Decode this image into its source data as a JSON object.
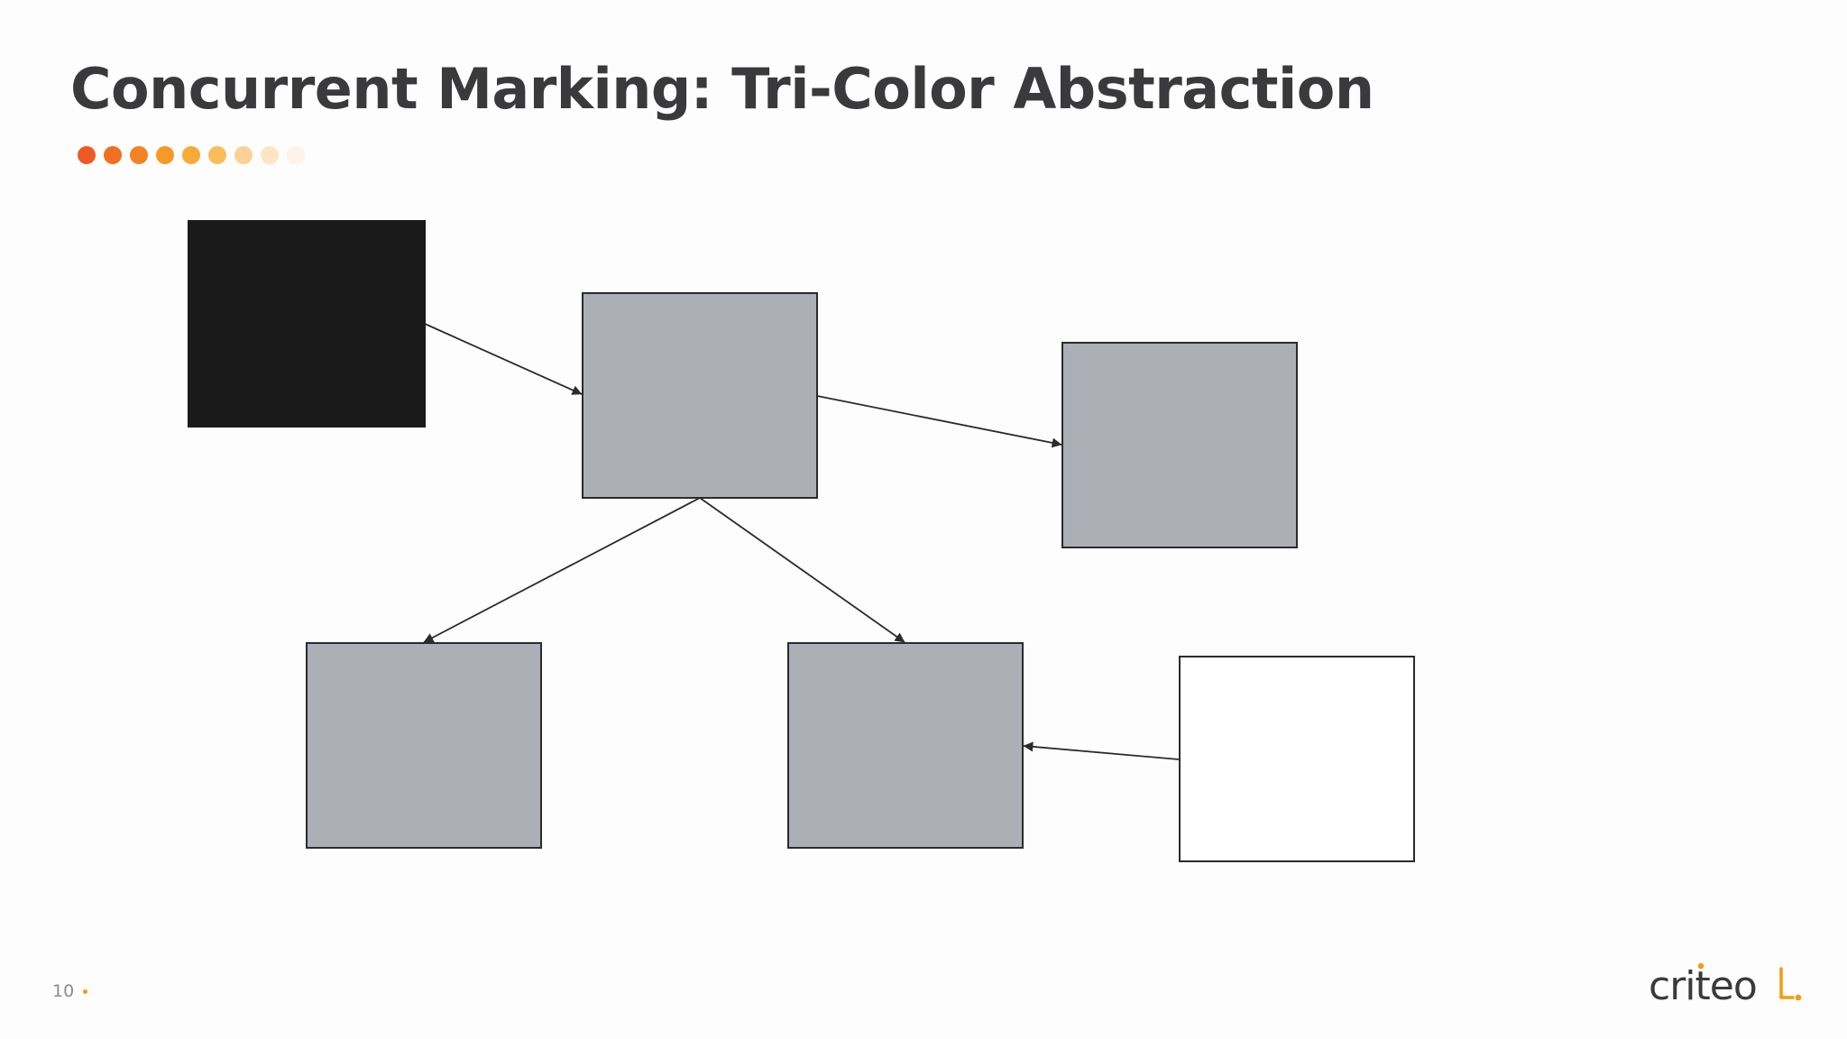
{
  "slide": {
    "title": "Concurrent Marking: Tri-Color Abstraction",
    "page_number": "10",
    "logo_text": "criteo",
    "accent_color": "#f39c12",
    "decor_dot_colors": [
      "#ee5a24",
      "#f06f22",
      "#f38322",
      "#f59a27",
      "#f7ab35",
      "#f9bd5a",
      "#fbd195",
      "#fde4c3",
      "#fef3e6"
    ]
  },
  "diagram": {
    "nodes": [
      {
        "id": "black-object",
        "color": "black",
        "fill": "#1a1a1a"
      },
      {
        "id": "gray-object-center",
        "color": "gray",
        "fill": "#acafb6"
      },
      {
        "id": "gray-object-right",
        "color": "gray",
        "fill": "#acafb6"
      },
      {
        "id": "gray-object-bottom-left",
        "color": "gray",
        "fill": "#acafb6"
      },
      {
        "id": "gray-object-bottom-middle",
        "color": "gray",
        "fill": "#acafb6"
      },
      {
        "id": "white-object",
        "color": "white",
        "fill": "#ffffff"
      }
    ],
    "edges": [
      {
        "from": "black-object",
        "to": "gray-object-center"
      },
      {
        "from": "gray-object-center",
        "to": "gray-object-right"
      },
      {
        "from": "gray-object-center",
        "to": "gray-object-bottom-left"
      },
      {
        "from": "gray-object-center",
        "to": "gray-object-bottom-middle"
      },
      {
        "from": "white-object",
        "to": "gray-object-bottom-middle"
      }
    ]
  }
}
